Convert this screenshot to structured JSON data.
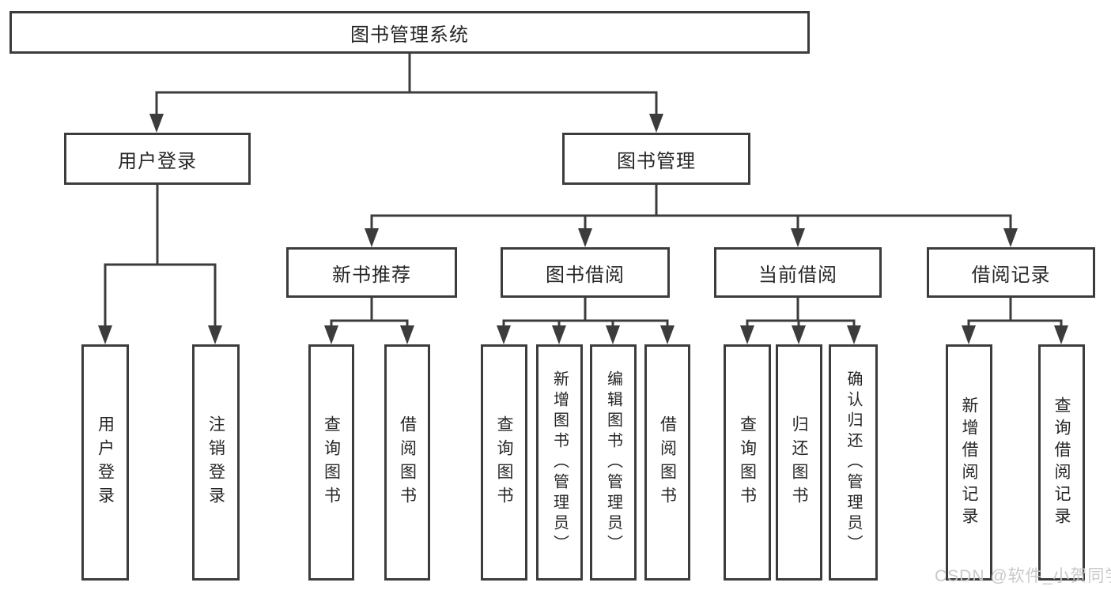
{
  "tree": {
    "root": {
      "label": "图书管理系统"
    },
    "branches": [
      {
        "label": "用户登录",
        "children": [
          {
            "label": "用户登录"
          },
          {
            "label": "注销登录"
          }
        ]
      },
      {
        "label": "图书管理",
        "children": [
          {
            "label": "新书推荐",
            "children": [
              {
                "label": "查询图书"
              },
              {
                "label": "借阅图书"
              }
            ]
          },
          {
            "label": "图书借阅",
            "children": [
              {
                "label": "查询图书"
              },
              {
                "label": "新增图书（管理员）"
              },
              {
                "label": "编辑图书（管理员）"
              },
              {
                "label": "借阅图书"
              }
            ]
          },
          {
            "label": "当前借阅",
            "children": [
              {
                "label": "查询图书"
              },
              {
                "label": "归还图书"
              },
              {
                "label": "确认归还（管理员）"
              }
            ]
          },
          {
            "label": "借阅记录",
            "children": [
              {
                "label": "新增借阅记录"
              },
              {
                "label": "查询借阅记录"
              }
            ]
          }
        ]
      }
    ]
  },
  "watermark": "CSDN @软件_小贺同学",
  "colors": {
    "line": "#3c3c3c",
    "text": "#262626",
    "watermark": "#c9c9c9",
    "background": "#ffffff"
  }
}
